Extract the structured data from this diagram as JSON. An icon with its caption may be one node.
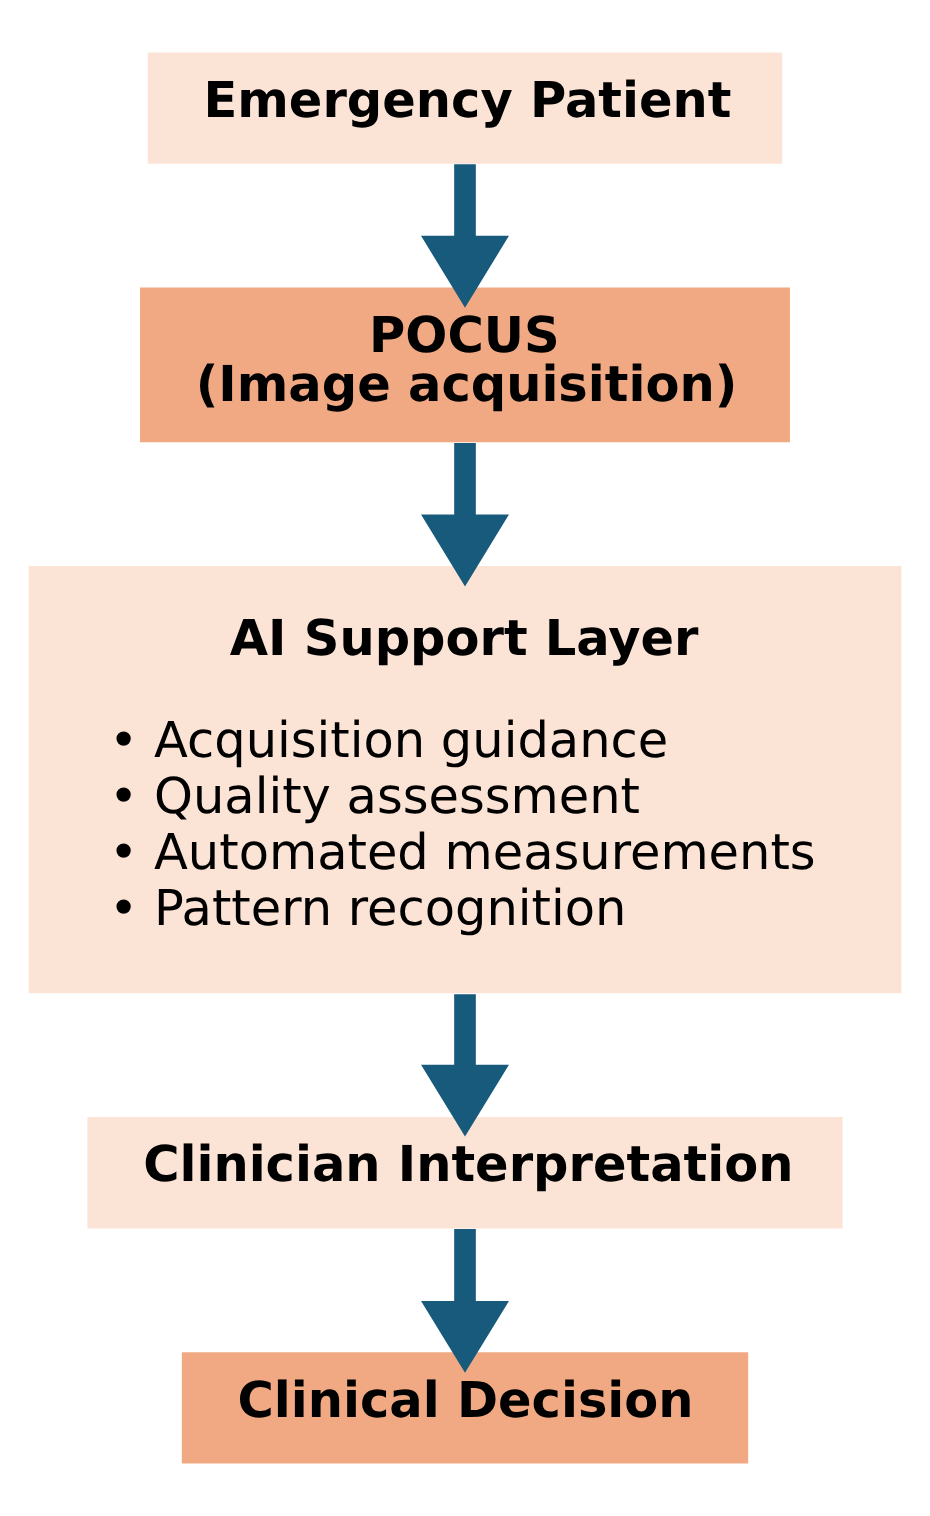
{
  "diagram": {
    "nodes": [
      {
        "text": [
          "Emergency Patient"
        ]
      },
      {
        "text": [
          "POCUS",
          "(Image acquisition)"
        ]
      },
      {
        "text": [
          "AI Support Layer",
          "• Acquisition guidance",
          "• Quality assessment",
          "• Automated measurements",
          "• Pattern recognition"
        ]
      },
      {
        "text": [
          "Clinician Interpretation"
        ]
      },
      {
        "text": [
          "Clinical Decision"
        ]
      }
    ],
    "edges": [
      {
        "from": 0,
        "to": 1,
        "arrow": "to"
      },
      {
        "from": 1,
        "to": 2,
        "arrow": "to"
      },
      {
        "from": 2,
        "to": 3,
        "arrow": "to"
      },
      {
        "from": 3,
        "to": 4,
        "arrow": "to"
      }
    ]
  }
}
